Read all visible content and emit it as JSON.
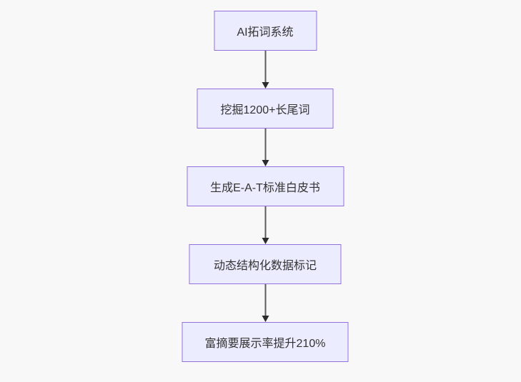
{
  "flowchart": {
    "type": "flowchart-top-down",
    "nodes": [
      {
        "id": "A",
        "label": "AI拓词系统"
      },
      {
        "id": "B",
        "label": "挖掘1200+长尾词"
      },
      {
        "id": "C",
        "label": "生成E-A-T标准白皮书"
      },
      {
        "id": "D",
        "label": "动态结构化数据标记"
      },
      {
        "id": "E",
        "label": "富摘要展示率提升210%"
      }
    ],
    "edges": [
      {
        "from": "A",
        "to": "B"
      },
      {
        "from": "B",
        "to": "C"
      },
      {
        "from": "C",
        "to": "D"
      },
      {
        "from": "D",
        "to": "E"
      }
    ],
    "style": {
      "node_fill": "#ECECFF",
      "node_border": "#9370DB",
      "text_color": "#333333",
      "arrow_line_color": "#5b5b5b",
      "arrow_head_color": "#2b2b2b",
      "background": "#f8f8f8"
    }
  }
}
